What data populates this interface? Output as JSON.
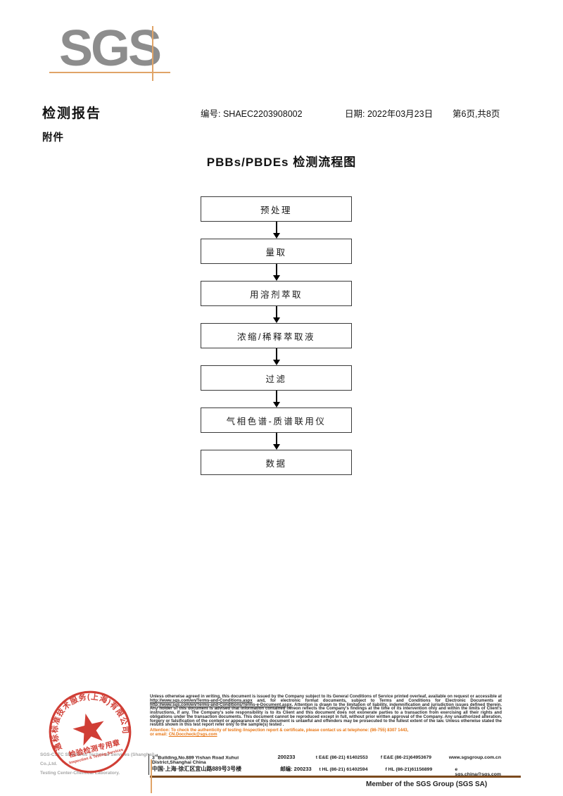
{
  "logo": {
    "text": "SGS"
  },
  "header": {
    "report_title": "检测报告",
    "report_no_label": "编号:",
    "report_no": "SHAEC2203908002",
    "date_label": "日期:",
    "date": "2022年03月23日",
    "page_info": "第6页,共8页",
    "attachment": "附件"
  },
  "flowchart": {
    "title": "PBBs/PBDEs 检测流程图",
    "steps": [
      "预处理",
      "量取",
      "用溶剂萃取",
      "浓缩/稀释萃取液",
      "过滤",
      "气相色谱-质谱联用仪",
      "数据"
    ]
  },
  "stamp": {
    "company_arc": "通标标准技术服务(上海)有限公司",
    "line1": "检验检测专用章",
    "line2": "Inspection & Testing Services",
    "gray_line1": "SGS-CSTC Standards Technical Services (Shanghai) Co.,Ltd.",
    "gray_line2": "Testing Center-Chemical Laboratory."
  },
  "footer": {
    "disclaimer": {
      "part1": "Unless otherwise agreed in writing, this document is issued by the Company subject to its General Conditions of Service printed overleaf, available on request or accessible at ",
      "url1": "http://www.sgs.com/en/Terms-and-Conditions.aspx",
      "part2": " and, for electronic format documents, subject to Terms and Conditions for Electronic Documents at ",
      "url2": "http://www.sgs.com/en/Terms-and-Conditions/Terms-e-Document.aspx",
      "part3": ". Attention is drawn to the limitation of liability, indemnification and jurisdiction issues defined therein. Any holder of this document is advised that information contained hereon reflects the Company's findings at the time of its intervention only and within the limits of Client's instructions, if any. The Company's sole responsibility is to its Client and this document does not exonerate parties to a transaction from exercising all their rights and obligations under the transaction documents. This document cannot be reproduced except in full, without prior written approval of the Company. Any unauthorized alteration, forgery or falsification of the content or appearance of this document is unlawful and offenders may be prosecuted to the fullest extent of the law. Unless otherwise stated the results shown in this test report refer only to the sample(s) tested ."
    },
    "attention_line1": "Attention: To check the authenticity of testing /inspection report & certificate, please contact us at telephone: (86-755) 8307 1443,",
    "attention_line2_prefix": "or email: ",
    "attention_email": "CN.Doccheck@sgs.com",
    "address": {
      "en_num": "3",
      "en_sup": "rd",
      "en_rest": "Building,No.889 Yishan Road Xuhui District,Shanghai China",
      "en_post": "200233",
      "cn_text": "中国·上海·徐汇区宜山路889号3号楼",
      "cn_post_label": "邮编:",
      "cn_post": "200233"
    },
    "contact": {
      "tel_en": "t E&E (86-21) 61402553",
      "fax_en": "f E&E (86-21)64953679",
      "tel_cn": "t HL (86-21) 61402594",
      "fax_cn": "f HL (86-21)61156899",
      "web": "www.sgsgroup.com.cn",
      "email": "e sgs.china@sgs.com"
    },
    "member": "Member of the SGS Group (SGS SA)"
  },
  "colors": {
    "accent_orange": "#e87614",
    "crosshair_orange": "#e0a468",
    "stamp_red": "#cc2a20",
    "rule_brown": "#7b4a1e",
    "logo_gray": "#8d8d8d"
  }
}
